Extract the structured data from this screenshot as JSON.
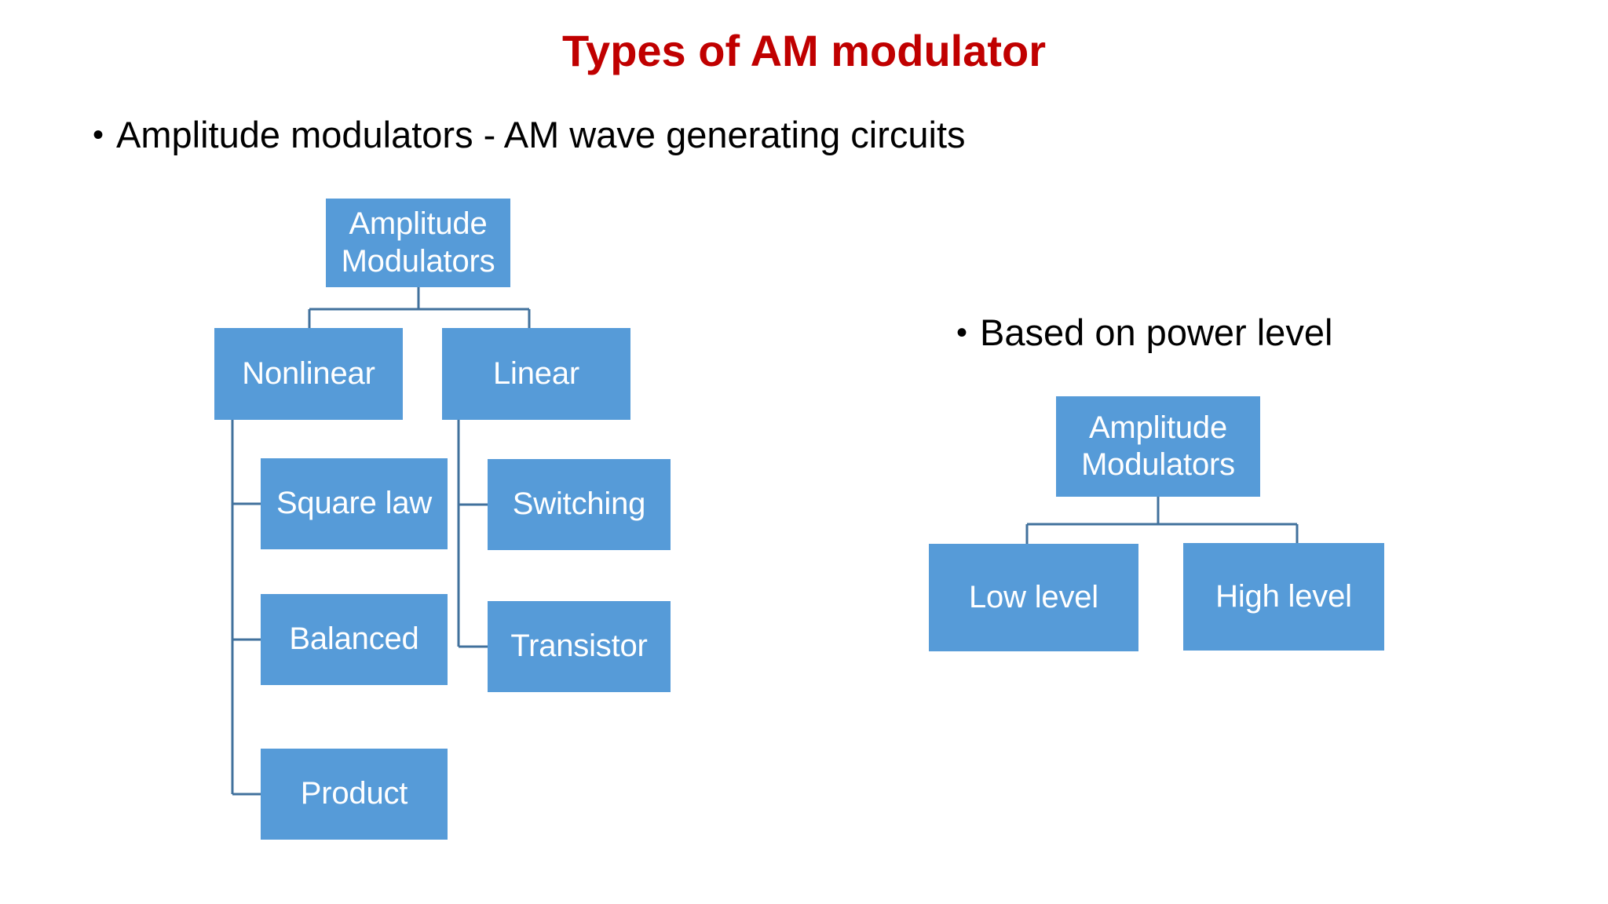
{
  "slide": {
    "title": "Types of AM modulator",
    "background_color": "#FFFFFF",
    "title_color": "#C00000",
    "node_color": "#569BD8",
    "connector_color": "#41719C",
    "node_text_color": "#FFFFFF",
    "body_text_color": "#000000"
  },
  "bullets": {
    "left": {
      "marker": "•",
      "text": "Amplitude modulators - AM wave generating circuits"
    },
    "right": {
      "marker": "•",
      "text": "Based on power level"
    }
  },
  "diagram_left": {
    "name": "amplitude-modulator-classification-tree",
    "root": {
      "line1": "Amplitude",
      "line2": "Modulators"
    },
    "branches": [
      {
        "id": "nonlinear",
        "label": "Nonlinear"
      },
      {
        "id": "linear",
        "label": "Linear"
      }
    ],
    "nonlinear_children": [
      {
        "id": "square-law",
        "label": "Square law"
      },
      {
        "id": "balanced",
        "label": "Balanced"
      },
      {
        "id": "product",
        "label": "Product"
      }
    ],
    "linear_children": [
      {
        "id": "switching",
        "label": "Switching"
      },
      {
        "id": "transistor",
        "label": "Transistor"
      }
    ]
  },
  "diagram_right": {
    "name": "power-level-classification-tree",
    "root": {
      "line1": "Amplitude",
      "line2": "Modulators"
    },
    "children": [
      {
        "id": "low-level",
        "label": "Low level"
      },
      {
        "id": "high-level",
        "label": "High level"
      }
    ]
  }
}
